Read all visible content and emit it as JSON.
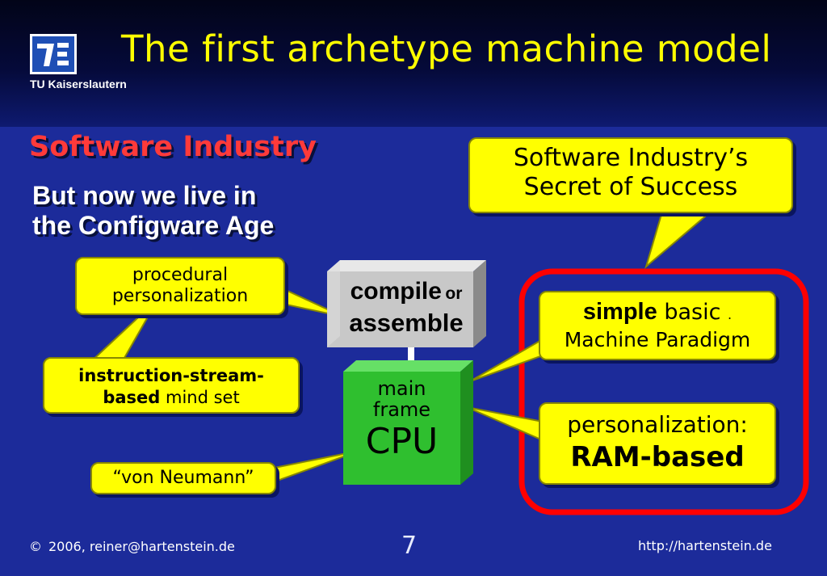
{
  "header": {
    "title": "The first archetype machine model",
    "logo_text": "TU Kaiserslautern"
  },
  "subtitle": "Software Industry",
  "intro": {
    "line1": "But now we live in",
    "line2": "the Configware Age"
  },
  "callouts": {
    "secret_line1": "Software Industry’s",
    "secret_line2": "Secret of Success",
    "procedural_line1": "procedural",
    "procedural_line2": "personalization",
    "instruction_bold1": "instruction-stream-",
    "instruction_bold2": "based",
    "instruction_rest": "mind set",
    "von_neumann": "“von Neumann”",
    "simple_bold": "simple",
    "simple_rest": "basic",
    "simple_dot": ".",
    "machine_paradigm": "Machine Paradigm",
    "personalization": "personalization:",
    "ram_based": "RAM-based"
  },
  "compile_box": {
    "compile": "compile",
    "or": "or",
    "assemble": "assemble"
  },
  "cpu_box": {
    "main": "main",
    "frame": "frame",
    "cpu": "CPU"
  },
  "footer": {
    "copyright": "©",
    "year_email": "2006, reiner@hartenstein.de",
    "page_number": "7",
    "url": "http://hartenstein.de"
  },
  "colors": {
    "background": "#1c2b9a",
    "title": "#ffff00",
    "subtitle": "#ff3a3a",
    "callout": "#ffff00",
    "frame": "#ff0000",
    "cpu": "#33cc33"
  }
}
